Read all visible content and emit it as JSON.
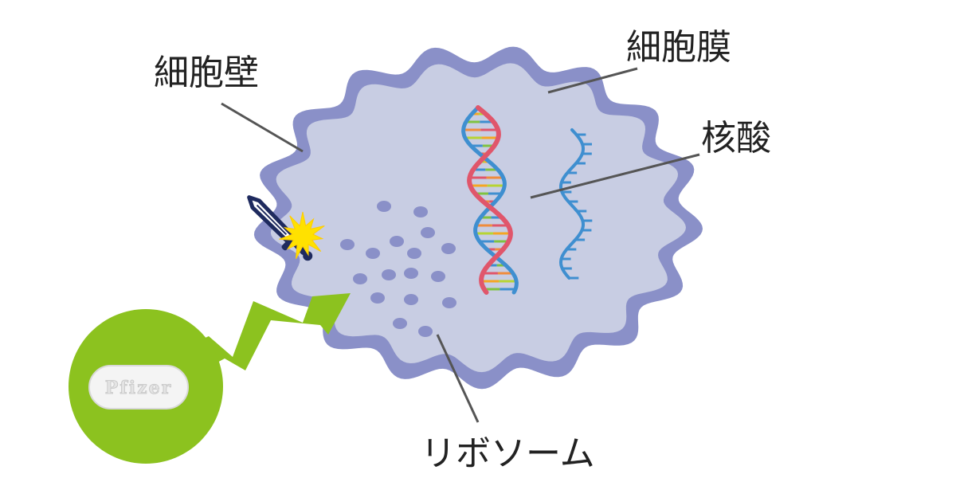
{
  "labels": {
    "cell_wall": "細胞壁",
    "cell_membrane": "細胞膜",
    "nucleic_acid": "核酸",
    "ribosome": "リボソーム"
  },
  "pill": {
    "imprint": "Pfizer"
  },
  "icons": {
    "cell": "wavy-cell-icon",
    "dna": "dna-double-helix-icon",
    "rna": "rna-strand-icon",
    "ribosomes": "ribosome-dots-icon",
    "sword": "sword-icon",
    "impact": "impact-burst-icon",
    "arrow": "lightning-arrow-icon",
    "pill": "pill-icon"
  },
  "colors": {
    "cell_wall": "#8a90c8",
    "cytoplasm": "#c8cde3",
    "ribosome": "#8a90c8",
    "dna_red": "#e0566b",
    "dna_blue": "#3f8fd0",
    "arrow_green": "#8cc21f",
    "sword_navy": "#1e2a5e",
    "burst_yellow": "#ffe100",
    "leader_line": "#555555"
  }
}
